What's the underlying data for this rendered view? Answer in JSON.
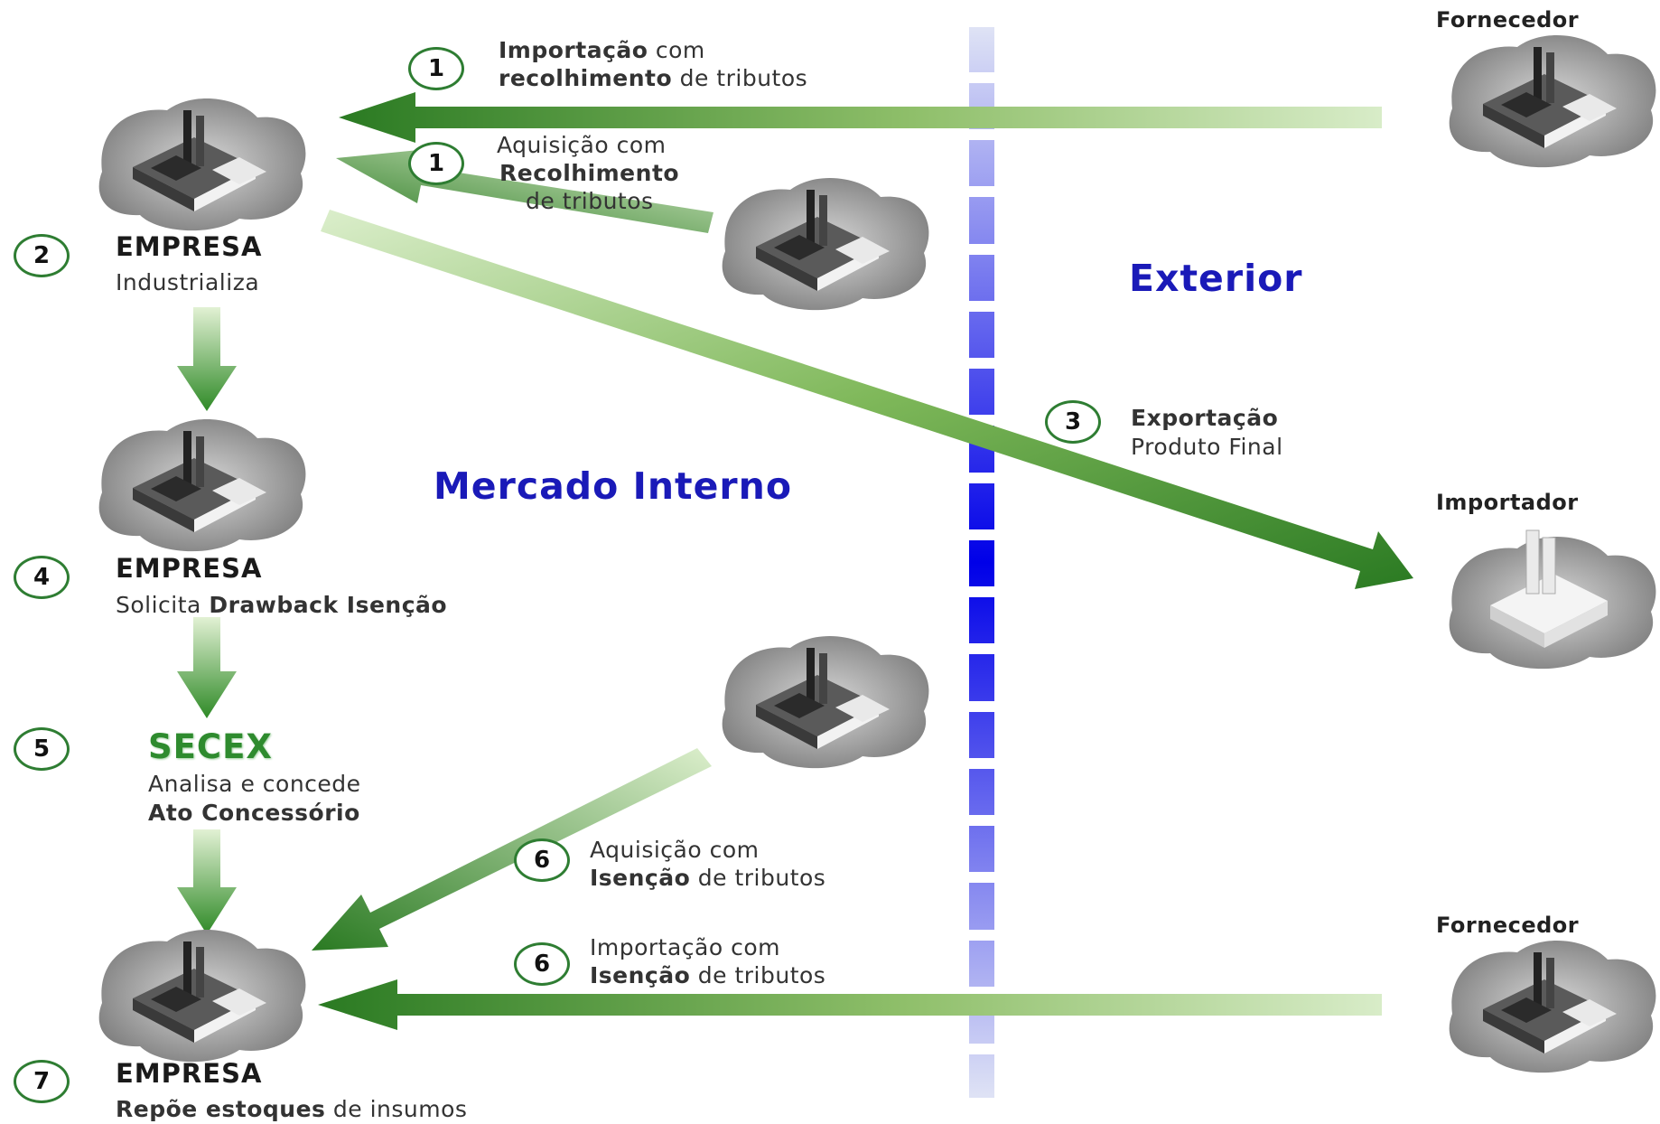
{
  "regions": {
    "internal": "Mercado Interno",
    "external": "Exterior"
  },
  "steps": [
    {
      "num": "1",
      "bold": "Importação",
      "text": " com",
      "line2_bold": "recolhimento",
      "line2": " de tributos"
    },
    {
      "num": "1",
      "line1": "Aquisição com",
      "line2_bold": "Recolhimento",
      "line3": "de tributos"
    },
    {
      "num": "2",
      "title": "EMPRESA",
      "desc": "Industrializa"
    },
    {
      "num": "3",
      "line1_bold": "Exportação",
      "line2": "Produto Final"
    },
    {
      "num": "4",
      "title": "EMPRESA",
      "desc_pre": "Solicita ",
      "desc_bold": "Drawback  Isenção"
    },
    {
      "num": "5",
      "title": "SECEX",
      "desc1": "Analisa e concede",
      "desc2_bold": "Ato Concessório"
    },
    {
      "num": "6",
      "line1": "Aquisição com",
      "line2_bold": "Isenção",
      "line2": " de tributos"
    },
    {
      "num": "6",
      "line1": "Importação com",
      "line2_bold": "Isenção",
      "line2": " de tributos"
    },
    {
      "num": "7",
      "title": "EMPRESA",
      "desc_bold": "Repõe estoques",
      "desc": " de insumos"
    }
  ],
  "roles": {
    "supplier_top": "Fornecedor",
    "importer": "Importador",
    "supplier_bottom": "Fornecedor"
  },
  "colors": {
    "arrow_dark": "#2e7d32",
    "arrow_light": "#d4e9c4",
    "border_blue": "#1010e0",
    "region_text": "#1a1ab8"
  }
}
